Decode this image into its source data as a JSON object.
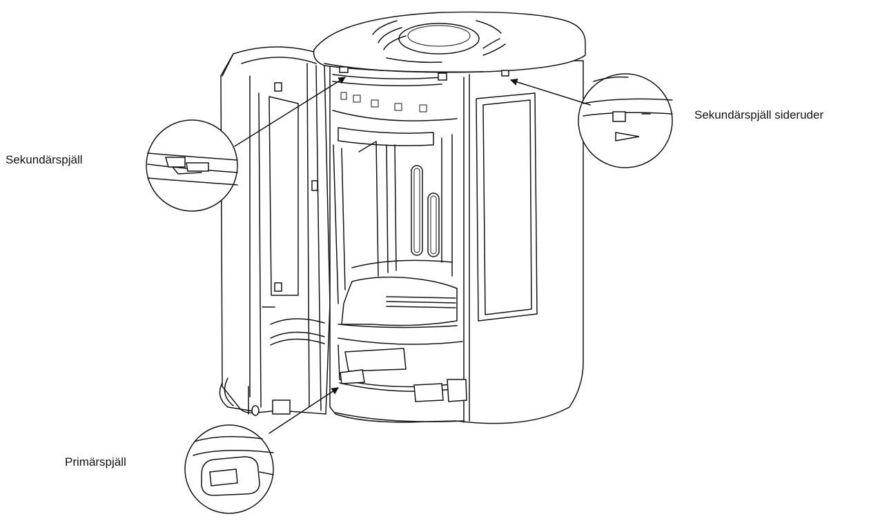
{
  "diagram": {
    "callouts": [
      {
        "id": "secondary",
        "label": "Sekundärspjäll"
      },
      {
        "id": "secondary-side",
        "label": "Sekundärspjäll sideruder"
      },
      {
        "id": "primary",
        "label": "Primärspjäll"
      }
    ]
  }
}
